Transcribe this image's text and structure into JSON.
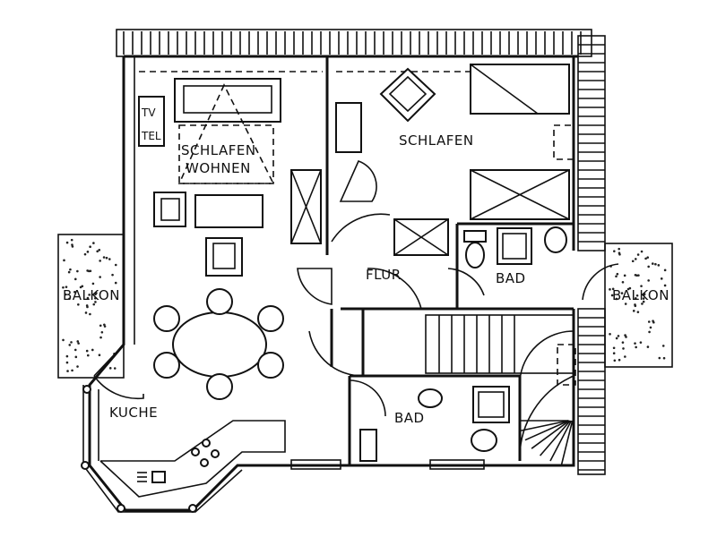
{
  "rooms": {
    "schlafen_wohnen_line1": "SCHLAFEN",
    "schlafen_wohnen_line2": "WOHNEN",
    "schlafen": "SCHLAFEN",
    "flur": "FLUR",
    "bad_upper": "BAD",
    "bad_lower": "BAD",
    "kueche": "KUCHE",
    "balkon_left": "BALKON",
    "balkon_right": "BALKON"
  },
  "fixtures": {
    "tv": "TV",
    "tel": "TEL"
  },
  "colors": {
    "ink": "#111111",
    "paper": "#ffffff"
  }
}
